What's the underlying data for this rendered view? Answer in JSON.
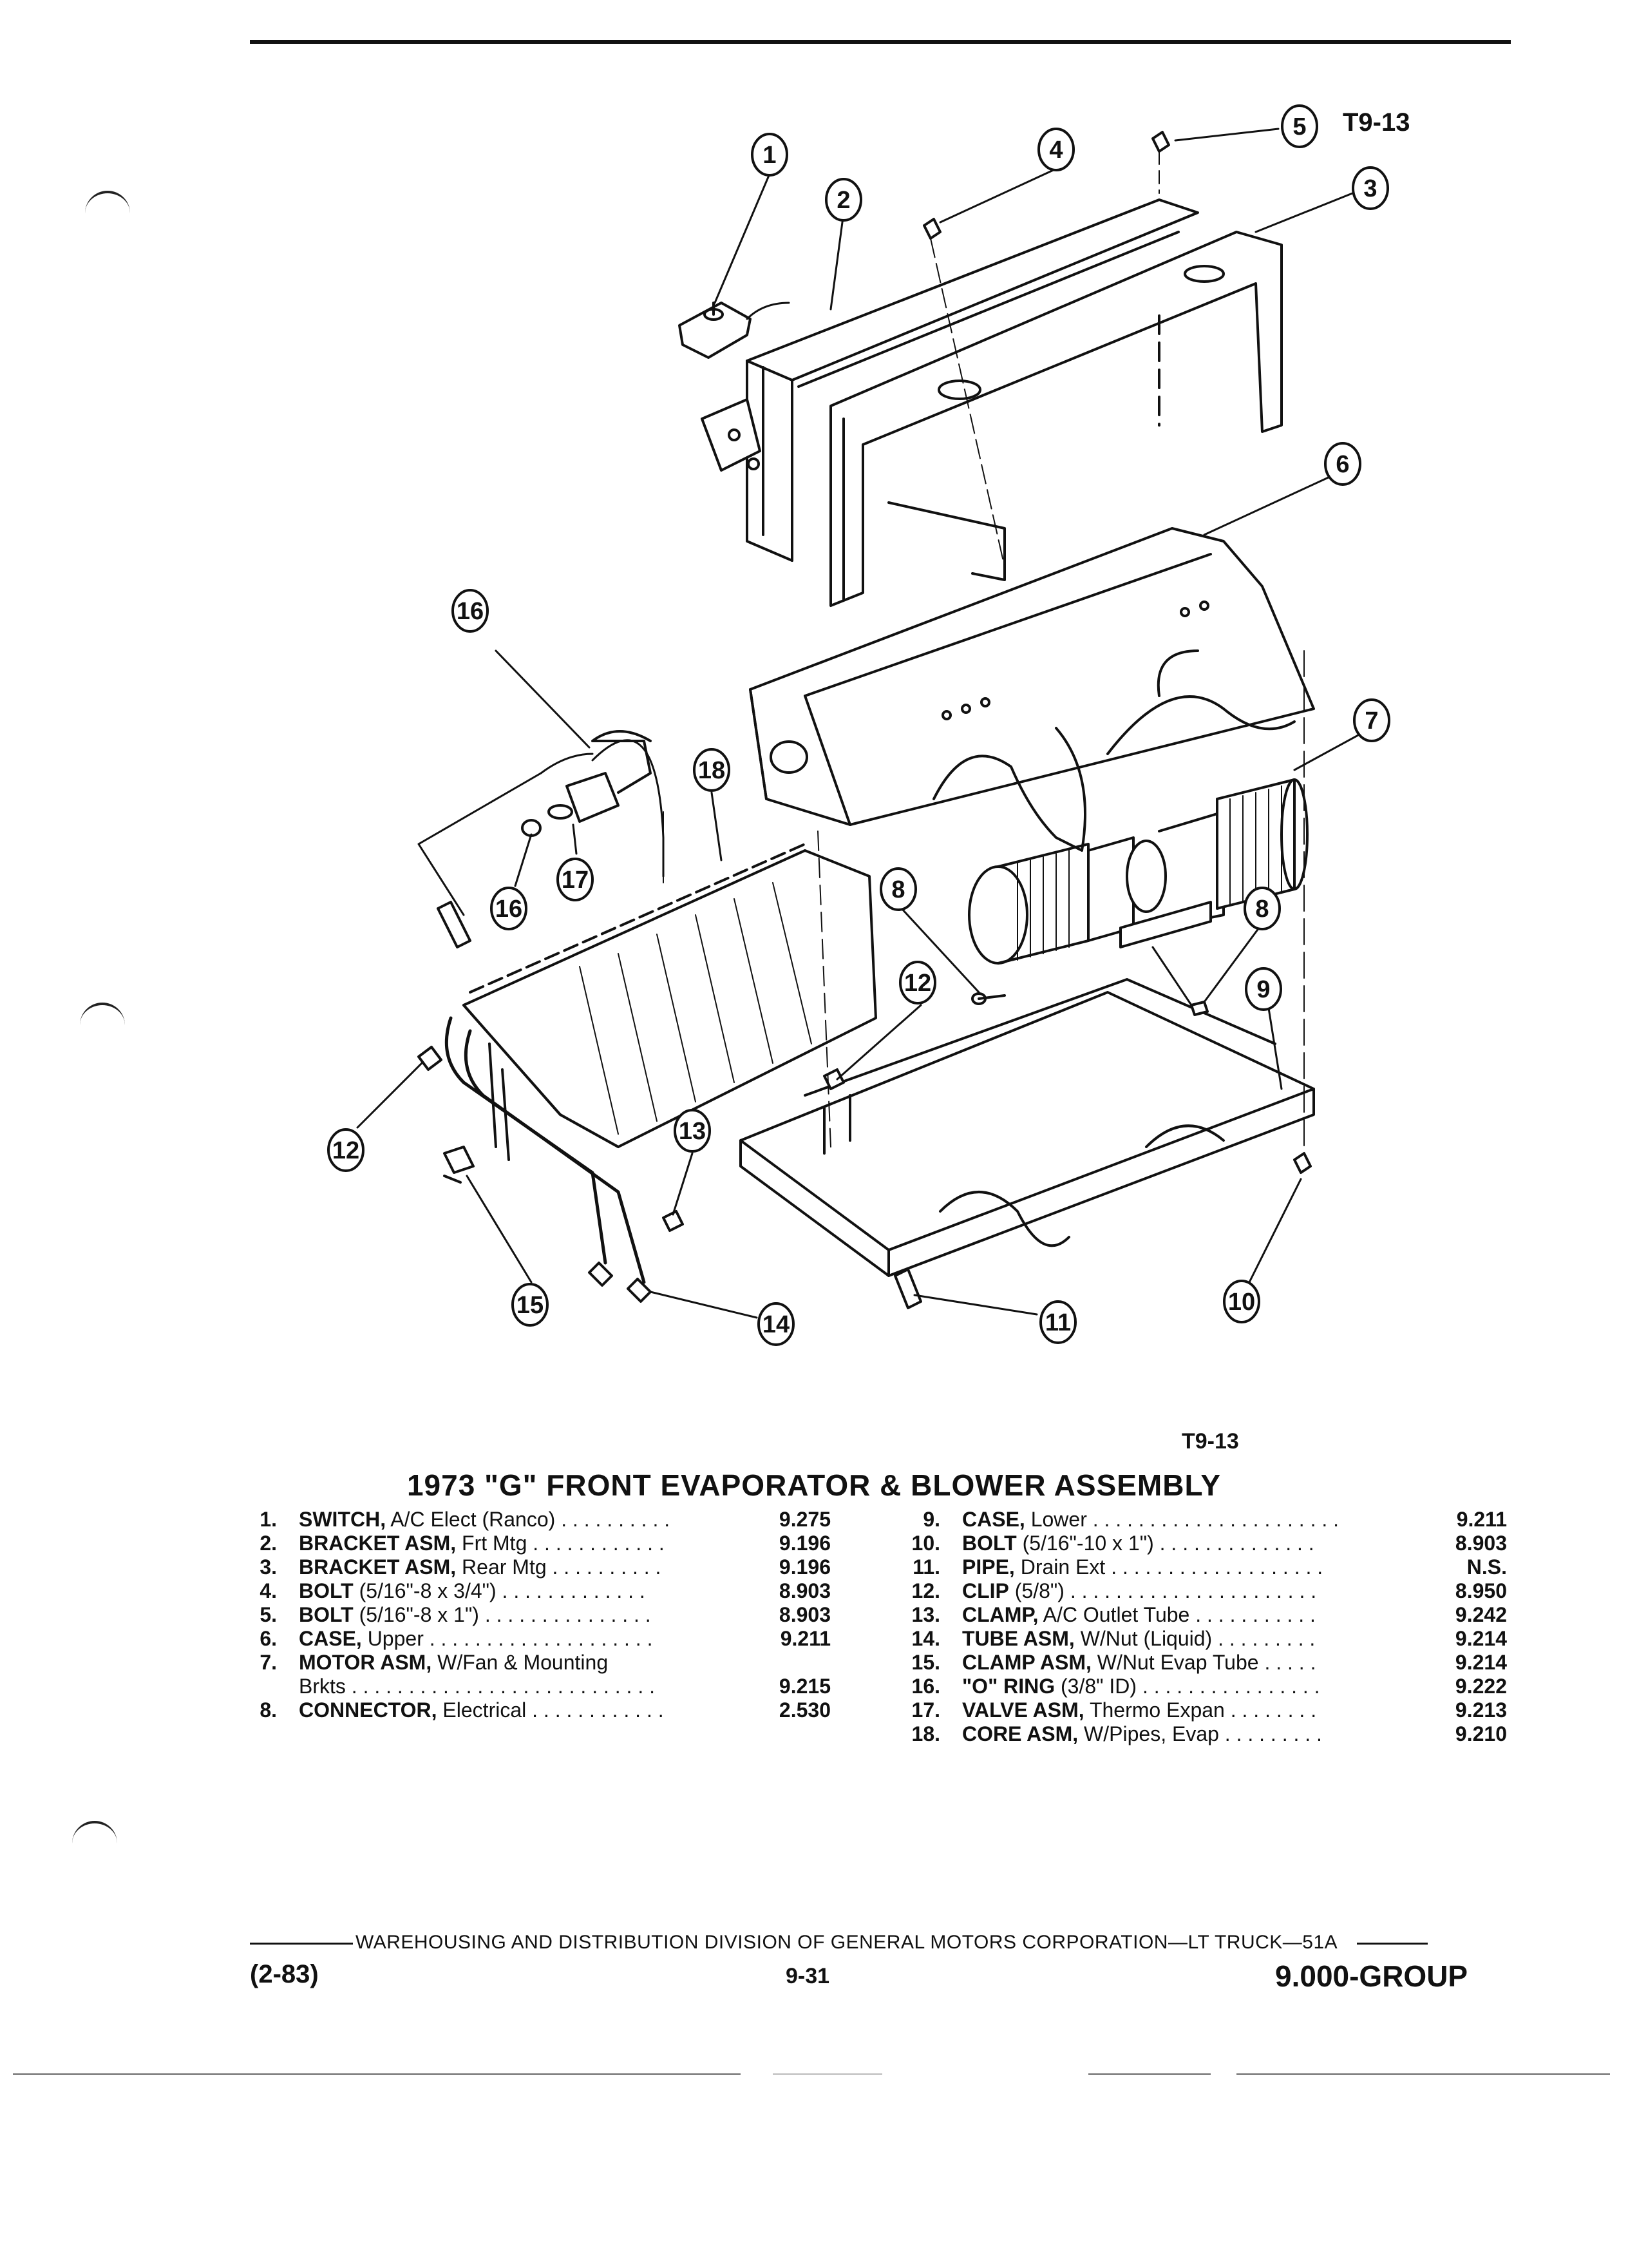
{
  "figure_code_top": "T9-13",
  "figure_code_bottom": "T9-13",
  "title": "1973 \"G\" FRONT EVAPORATOR & BLOWER ASSEMBLY",
  "callouts": [
    "1",
    "2",
    "3",
    "4",
    "5",
    "6",
    "7",
    "8",
    "8",
    "9",
    "10",
    "11",
    "12",
    "12",
    "13",
    "14",
    "15",
    "16",
    "16",
    "17",
    "18"
  ],
  "parts_left": [
    {
      "num": "1.",
      "name": "SWITCH,",
      "detail": " A/C Elect (Ranco) . . . . . . . . . .",
      "part": "9.275"
    },
    {
      "num": "2.",
      "name": "BRACKET ASM,",
      "detail": " Frt Mtg . . . . . . . . . . . .",
      "part": "9.196"
    },
    {
      "num": "3.",
      "name": "BRACKET ASM,",
      "detail": " Rear Mtg . . . . . . . . . .",
      "part": "9.196"
    },
    {
      "num": "4.",
      "name": "BOLT",
      "detail": " (5/16\"-8 x 3/4\") . . . . . . . . . . . . .",
      "part": "8.903"
    },
    {
      "num": "5.",
      "name": "BOLT",
      "detail": " (5/16\"-8 x 1\") . . . . . . . . . . . . . . .",
      "part": "8.903"
    },
    {
      "num": "6.",
      "name": "CASE,",
      "detail": " Upper . . . . . . . . . . . . . . . . . . . .",
      "part": "9.211"
    },
    {
      "num": "7.",
      "name": "MOTOR ASM,",
      "detail": " W/Fan & Mounting",
      "part": ""
    },
    {
      "num": "",
      "name": "",
      "detail": "Brkts . . . . . . . . . . . . . . . . . . . . . . . . . . .",
      "part": "9.215"
    },
    {
      "num": "8.",
      "name": "CONNECTOR,",
      "detail": " Electrical . . . . . . . . . . . .",
      "part": "2.530"
    }
  ],
  "parts_right": [
    {
      "num": "9.",
      "name": "CASE,",
      "detail": " Lower . . . . . . . . . . . . . . . . . . . . . .",
      "part": "9.211"
    },
    {
      "num": "10.",
      "name": "BOLT",
      "detail": " (5/16\"-10 x 1\") . . . . . . . . . . . . . .",
      "part": "8.903"
    },
    {
      "num": "11.",
      "name": "PIPE,",
      "detail": " Drain Ext . . . . . . . . . . . . . . . . . . .",
      "part": "N.S."
    },
    {
      "num": "12.",
      "name": "CLIP",
      "detail": " (5/8\") . . . . . . . . . . . . . . . . . . . . . .",
      "part": "8.950"
    },
    {
      "num": "13.",
      "name": "CLAMP,",
      "detail": " A/C Outlet Tube . . . . . . . . . . .",
      "part": "9.242"
    },
    {
      "num": "14.",
      "name": "TUBE ASM,",
      "detail": " W/Nut (Liquid) . . . . . . . . .",
      "part": "9.214"
    },
    {
      "num": "15.",
      "name": "CLAMP ASM,",
      "detail": " W/Nut Evap Tube . . . . .",
      "part": "9.214"
    },
    {
      "num": "16.",
      "name": "\"O\" RING",
      "detail": " (3/8\" ID) . . . . . . . . . . . . . . . .",
      "part": "9.222"
    },
    {
      "num": "17.",
      "name": "VALVE ASM,",
      "detail": " Thermo Expan . . . . . . . .",
      "part": "9.213"
    },
    {
      "num": "18.",
      "name": "CORE ASM,",
      "detail": " W/Pipes, Evap . . . . . . . . .",
      "part": "9.210"
    }
  ],
  "footer": {
    "line": "WAREHOUSING AND DISTRIBUTION  DIVISION OF GENERAL MOTORS CORPORATION—LT TRUCK—51A",
    "date": "(2-83)",
    "page": "9-31",
    "group": "9.000-GROUP"
  }
}
